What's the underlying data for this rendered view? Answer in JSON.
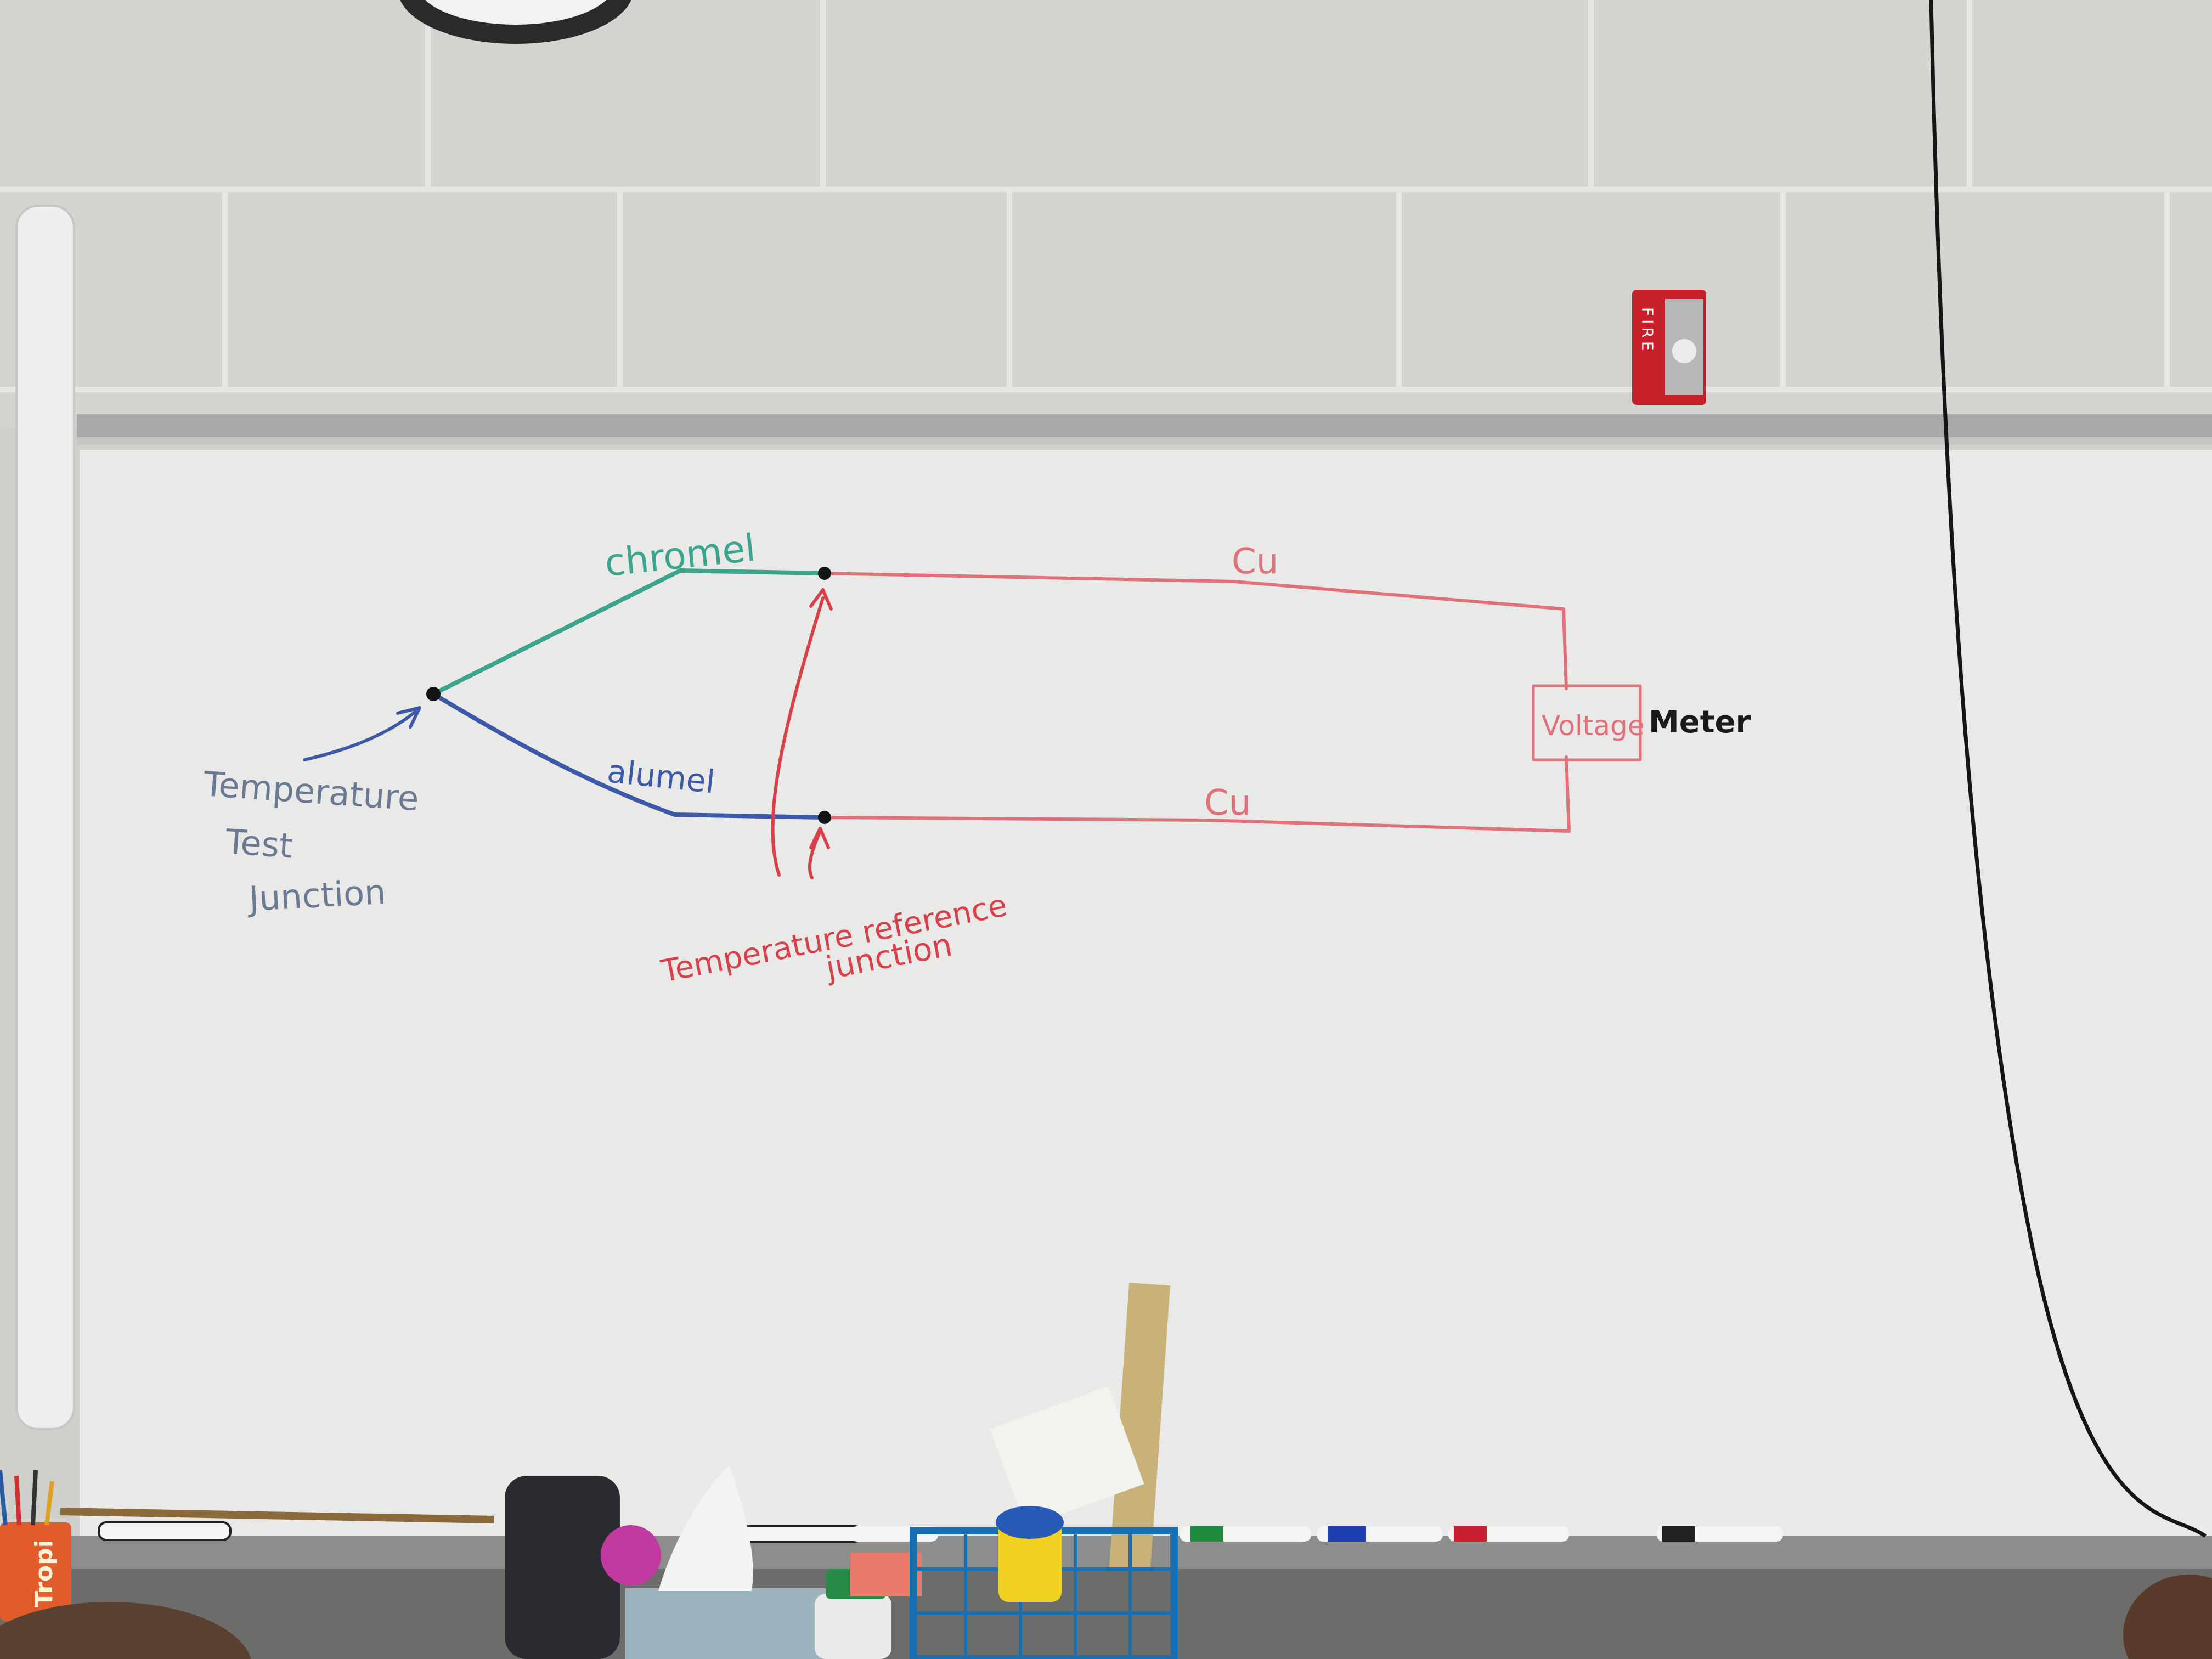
{
  "wall": {
    "fire_alarm": {
      "label": "FIRE"
    }
  },
  "whiteboard": {
    "colors": {
      "chromel": "#3aa58c",
      "alumel": "#3c58a8",
      "copper": "#e0707a",
      "reference": "#d8404a",
      "test_label": "#6b7a94",
      "meter_text": "#1a1a1a"
    },
    "labels": {
      "chromel": "chromel",
      "alumel": "alumel",
      "cu_top": "Cu",
      "cu_bottom": "Cu",
      "test_junction_line1": "Temperature",
      "test_junction_line2": "Test",
      "test_junction_line3": "Junction",
      "reference_line1": "Temperature reference",
      "reference_line2": "junction",
      "voltage": "Voltage",
      "meter": "Meter"
    }
  },
  "desk_items": {
    "can_label": "Tropi"
  }
}
